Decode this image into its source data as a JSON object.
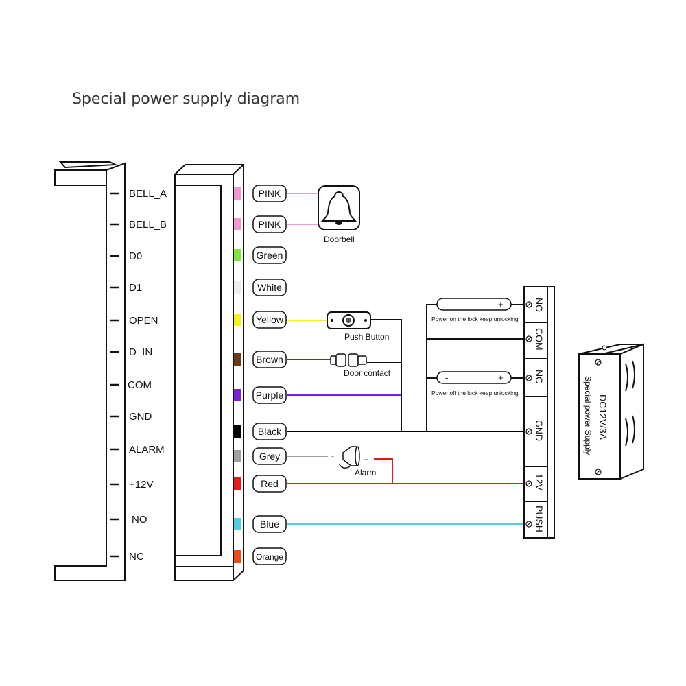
{
  "title": "Special power supply diagram",
  "pins": [
    "BELL_A",
    "BELL_B",
    "D0",
    "D1",
    "OPEN",
    "D_IN",
    "COM",
    "GND",
    "ALARM",
    "+12V",
    "NO",
    "NC"
  ],
  "wires": [
    {
      "label": "PINK",
      "color": "#f096d2"
    },
    {
      "label": "PINK",
      "color": "#f096d2"
    },
    {
      "label": "Green",
      "color": "#7ee83a"
    },
    {
      "label": "White",
      "color": "#eeeeee"
    },
    {
      "label": "Yellow",
      "color": "#f6f21c"
    },
    {
      "label": "Brown",
      "color": "#6b3a17"
    },
    {
      "label": "Purple",
      "color": "#7b1fd8"
    },
    {
      "label": "Black",
      "color": "#000000"
    },
    {
      "label": "Grey",
      "color": "#a0a0a0"
    },
    {
      "label": "Red",
      "color": "#e31c1c"
    },
    {
      "label": "Blue",
      "color": "#55cde0"
    },
    {
      "label": "Orange",
      "color": "#f04a1e"
    }
  ],
  "devices": {
    "doorbell": "Doorbell",
    "push_button": "Push Button",
    "door_contact": "Door contact",
    "alarm": "Alarm",
    "alarm_minus": "-",
    "alarm_plus": "+"
  },
  "lock_top": {
    "minus": "-",
    "plus": "+",
    "caption": "Power on the lock keep unlocking"
  },
  "lock_bottom": {
    "minus": "-",
    "plus": "+",
    "caption": "Power off the lock keep unlocking"
  },
  "terminals": [
    "NO",
    "COM",
    "NC",
    "GND",
    "12V",
    "PUSH"
  ],
  "power_supply": {
    "line1": "DC12V/3A",
    "line2": "Special power Supply"
  }
}
